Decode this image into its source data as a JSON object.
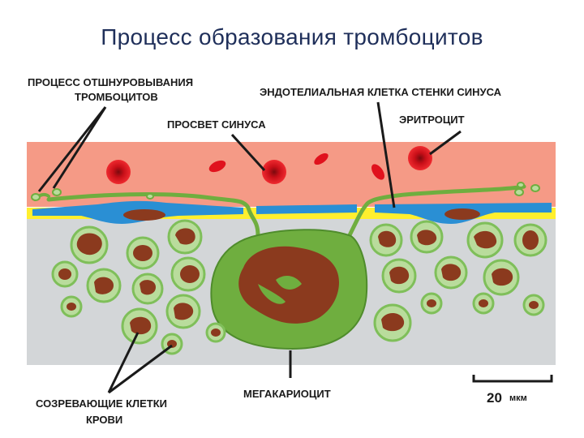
{
  "title": "Процесс образования тромбоцитов",
  "labels": {
    "platelet_process_line1": "ПРОЦЕСС ОТШНУРОВЫВАНИЯ",
    "platelet_process_line2": "ТРОМБОЦИТОВ",
    "endothelial_cell": "ЭНДОТЕЛИАЛЬНАЯ КЛЕТКА СТЕНКИ СИНУСА",
    "sinus_lumen": "ПРОСВЕТ СИНУСА",
    "erythrocyte": "ЭРИТРОЦИТ",
    "maturing_cells_line1": "СОЗРЕВАЮЩИЕ  КЛЕТКИ",
    "maturing_cells_line2": "КРОВИ",
    "megakaryocyte": "МЕГАКАРИОЦИТ"
  },
  "scale_bar": {
    "value": "20",
    "unit": "мкм"
  },
  "colors": {
    "lumen": "#f59a86",
    "tissue": "#d3d6d8",
    "endothelium": "#2a8fd4",
    "membrane": "#ffef2e",
    "cell_green": "#6fae3f",
    "cell_light": "#b9dc9c",
    "nucleus": "#8b3a1e",
    "rbc": "#e0121d"
  }
}
